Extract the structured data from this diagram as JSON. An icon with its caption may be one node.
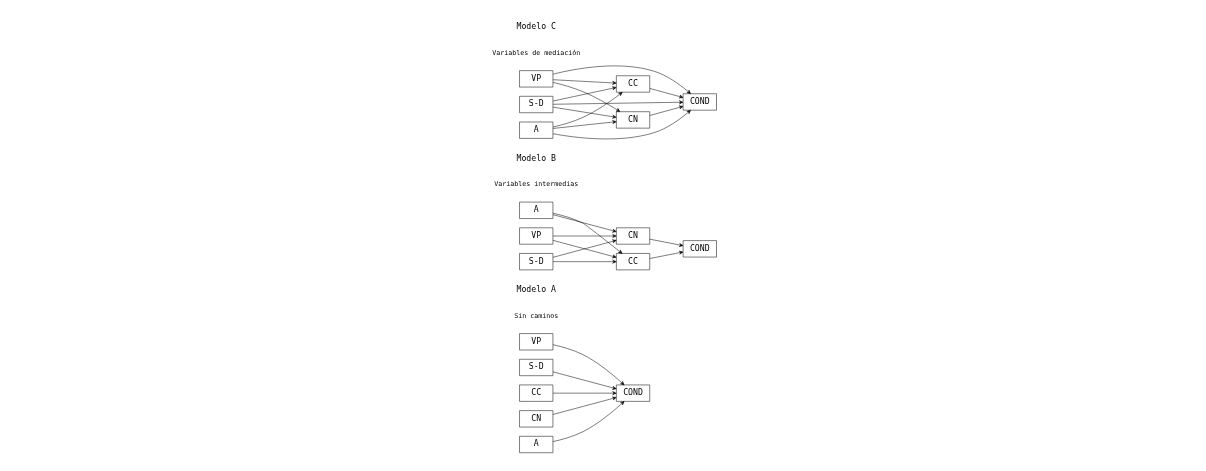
{
  "diagram": {
    "nodes": [
      {
        "text": [
          "A"
        ]
      },
      {
        "text": [
          "VP"
        ]
      },
      {
        "text": [
          "S-D"
        ]
      },
      {
        "text": [
          "CC"
        ]
      },
      {
        "text": [
          "CN"
        ]
      },
      {
        "text": [
          "COND"
        ]
      },
      {
        "text": [
          "A"
        ]
      },
      {
        "text": [
          "VP"
        ]
      },
      {
        "text": [
          "S-D"
        ]
      },
      {
        "text": [
          "CC"
        ]
      },
      {
        "text": [
          "CN"
        ]
      },
      {
        "text": [
          "COND"
        ]
      },
      {
        "text": [
          "A"
        ]
      },
      {
        "text": [
          "VP"
        ]
      },
      {
        "text": [
          "S-D"
        ]
      },
      {
        "text": [
          "CC"
        ]
      },
      {
        "text": [
          "CN"
        ]
      },
      {
        "text": [
          "COND"
        ]
      }
    ],
    "edges": [
      {
        "from": 0,
        "to": 5,
        "arrow": "to"
      },
      {
        "from": 1,
        "to": 5,
        "arrow": "to"
      },
      {
        "from": 2,
        "to": 5,
        "arrow": "to"
      },
      {
        "from": 3,
        "to": 5,
        "arrow": "to"
      },
      {
        "from": 4,
        "to": 5,
        "arrow": "to"
      },
      {
        "from": 6,
        "to": 9,
        "arrow": "to"
      },
      {
        "from": 6,
        "to": 10,
        "arrow": "to"
      },
      {
        "from": 7,
        "to": 9,
        "arrow": "to"
      },
      {
        "from": 7,
        "to": 10,
        "arrow": "to"
      },
      {
        "from": 8,
        "to": 9,
        "arrow": "to"
      },
      {
        "from": 8,
        "to": 10,
        "arrow": "to"
      },
      {
        "from": 9,
        "to": 11,
        "arrow": "to"
      },
      {
        "from": 10,
        "to": 11,
        "arrow": "to"
      },
      {
        "from": 12,
        "to": 15,
        "arrow": "to"
      },
      {
        "from": 12,
        "to": 16,
        "arrow": "to"
      },
      {
        "from": 12,
        "to": 17,
        "arrow": "to"
      },
      {
        "from": 13,
        "to": 15,
        "arrow": "to"
      },
      {
        "from": 13,
        "to": 16,
        "arrow": "to"
      },
      {
        "from": 13,
        "to": 17,
        "arrow": "to"
      },
      {
        "from": 14,
        "to": 15,
        "arrow": "to"
      },
      {
        "from": 14,
        "to": 16,
        "arrow": "to"
      },
      {
        "from": 14,
        "to": 17,
        "arrow": "to"
      },
      {
        "from": 15,
        "to": 17,
        "arrow": "to"
      },
      {
        "from": 16,
        "to": 17,
        "arrow": "to"
      }
    ],
    "labels": [
      "Modelo A",
      "Modelo B",
      "Modelo C",
      "Sin caminos",
      "Variables intermedias",
      "Variables de mediación"
    ]
  }
}
